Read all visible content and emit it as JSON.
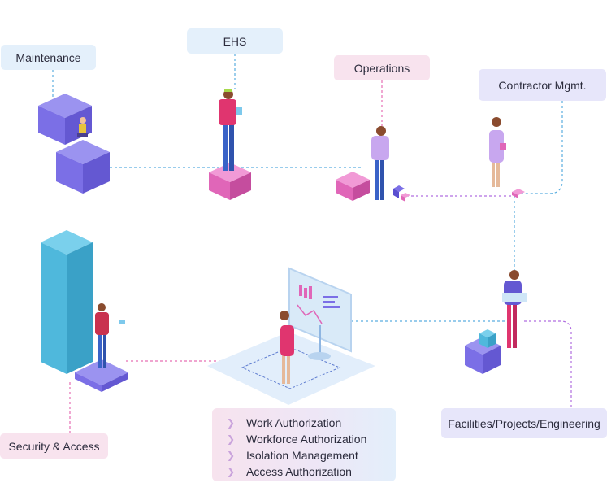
{
  "nodes": {
    "maintenance": "Maintenance",
    "ehs": "EHS",
    "operations": "Operations",
    "contractor": "Contractor Mgmt.",
    "security": "Security & Access",
    "facilities": "Facilities/Projects/Engineering"
  },
  "center_list": [
    "Work Authorization",
    "Workforce Authorization",
    "Isolation Management",
    "Access Authorization"
  ],
  "icons": {
    "list_bullet": "chevron-right-icon"
  },
  "colors": {
    "blue_connector": "#5aaee0",
    "pink_connector": "#e76fb4",
    "purple_connector": "#b06ee0",
    "cube_purple": "#7b6fe6",
    "cube_pink": "#e066b8",
    "cube_teal": "#4fb8dc"
  }
}
